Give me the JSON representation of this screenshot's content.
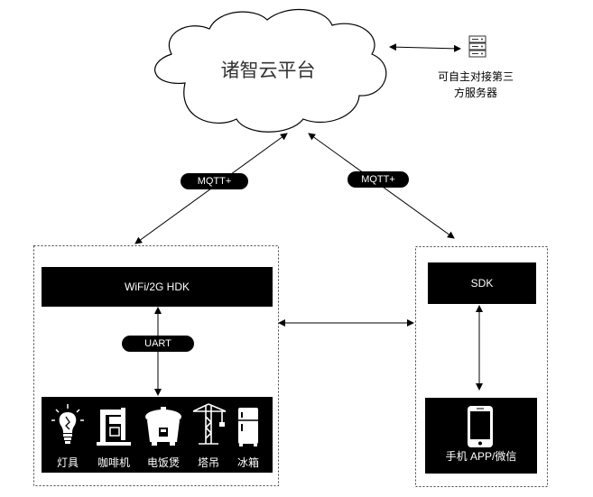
{
  "cloud": {
    "label": "诸智云平台"
  },
  "server": {
    "label_line1": "可自主对接第三",
    "label_line2": "方服务器",
    "icon": "server-rack-icon"
  },
  "protocols": {
    "mqtt_left": "MQTT+",
    "mqtt_right": "MQTT+",
    "uart": "UART"
  },
  "hardware": {
    "module_label": "WiFi/2G HDK"
  },
  "software": {
    "sdk_label": "SDK",
    "app_label": "手机 APP/微信"
  },
  "devices": [
    {
      "label": "灯具",
      "icon": "light-bulb-icon"
    },
    {
      "label": "咖啡机",
      "icon": "coffee-machine-icon"
    },
    {
      "label": "电饭煲",
      "icon": "rice-cooker-icon"
    },
    {
      "label": "塔吊",
      "icon": "tower-crane-icon"
    },
    {
      "label": "冰箱",
      "icon": "refrigerator-icon"
    }
  ],
  "colors": {
    "box": "#000000",
    "text_on_box": "#ffffff",
    "line": "#000000"
  }
}
